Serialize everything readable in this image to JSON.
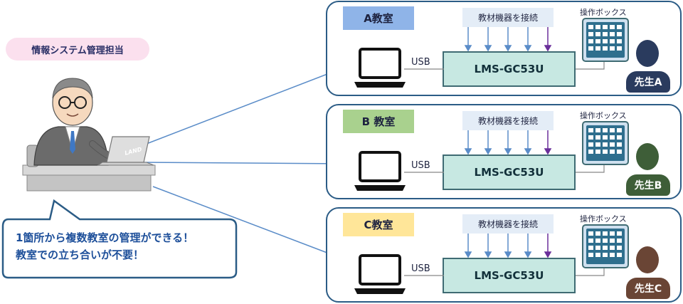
{
  "manager": {
    "label": "情報システム管理担当",
    "laptop_logo": "LAND"
  },
  "callout": {
    "line1": "1箇所から複数教室の管理ができる！",
    "line2": "教室での立ち合いが不要！"
  },
  "common": {
    "usb": "USB",
    "device": "LMS-GC53U",
    "connect": "教材機器を接続",
    "box": "操作ボックス"
  },
  "classrooms": [
    {
      "name": "A教室",
      "teacher": "先生A",
      "tag_color": "#8fb4e8",
      "teacher_color": "#2a3b5e"
    },
    {
      "name": "B 教室",
      "teacher": "先生B",
      "tag_color": "#a9d18e",
      "teacher_color": "#3e5e38"
    },
    {
      "name": "C教室",
      "teacher": "先生C",
      "tag_color": "#ffe699",
      "teacher_color": "#6a4535"
    }
  ]
}
